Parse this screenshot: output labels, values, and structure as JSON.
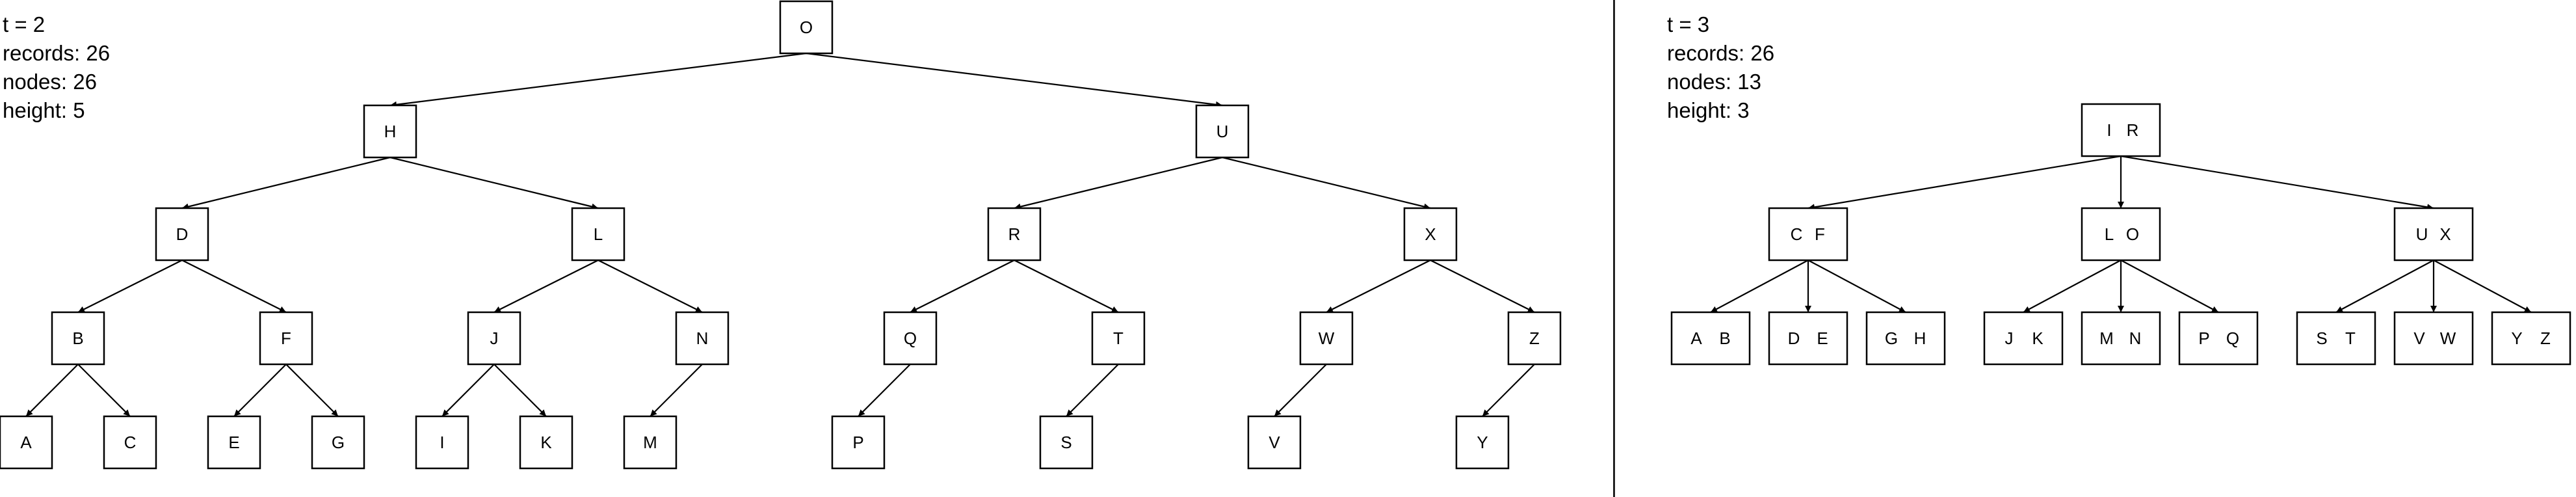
{
  "left_panel": {
    "stats": [
      {
        "label": "t",
        "sep": " = ",
        "value": "2"
      },
      {
        "label": "records",
        "sep": ": ",
        "value": "26"
      },
      {
        "label": "nodes",
        "sep": ": ",
        "value": "26"
      },
      {
        "label": "height",
        "sep": ": ",
        "value": "5"
      }
    ],
    "tree": {
      "keys": [
        "O"
      ],
      "children": [
        {
          "keys": [
            "H"
          ],
          "children": [
            {
              "keys": [
                "D"
              ],
              "children": [
                {
                  "keys": [
                    "B"
                  ],
                  "children": [
                    {
                      "keys": [
                        "A"
                      ]
                    },
                    {
                      "keys": [
                        "C"
                      ]
                    }
                  ]
                },
                {
                  "keys": [
                    "F"
                  ],
                  "children": [
                    {
                      "keys": [
                        "E"
                      ]
                    },
                    {
                      "keys": [
                        "G"
                      ]
                    }
                  ]
                }
              ]
            },
            {
              "keys": [
                "L"
              ],
              "children": [
                {
                  "keys": [
                    "J"
                  ],
                  "children": [
                    {
                      "keys": [
                        "I"
                      ]
                    },
                    {
                      "keys": [
                        "K"
                      ]
                    }
                  ]
                },
                {
                  "keys": [
                    "N"
                  ],
                  "children": [
                    {
                      "keys": [
                        "M"
                      ]
                    }
                  ]
                }
              ]
            }
          ]
        },
        {
          "keys": [
            "U"
          ],
          "children": [
            {
              "keys": [
                "R"
              ],
              "children": [
                {
                  "keys": [
                    "Q"
                  ],
                  "children": [
                    {
                      "keys": [
                        "P"
                      ]
                    }
                  ]
                },
                {
                  "keys": [
                    "T"
                  ],
                  "children": [
                    {
                      "keys": [
                        "S"
                      ]
                    }
                  ]
                }
              ]
            },
            {
              "keys": [
                "X"
              ],
              "children": [
                {
                  "keys": [
                    "W"
                  ],
                  "children": [
                    {
                      "keys": [
                        "V"
                      ]
                    }
                  ]
                },
                {
                  "keys": [
                    "Z"
                  ],
                  "children": [
                    {
                      "keys": [
                        "Y"
                      ]
                    }
                  ]
                }
              ]
            }
          ]
        }
      ]
    }
  },
  "right_panel": {
    "stats": [
      {
        "label": "t",
        "sep": " = ",
        "value": "3"
      },
      {
        "label": "records",
        "sep": ": ",
        "value": "26"
      },
      {
        "label": "nodes",
        "sep": ": ",
        "value": "13"
      },
      {
        "label": "height",
        "sep": ": ",
        "value": "3"
      }
    ],
    "tree": {
      "keys": [
        "I",
        "R"
      ],
      "children": [
        {
          "keys": [
            "C",
            "F"
          ],
          "children": [
            {
              "keys": [
                "A",
                "B"
              ]
            },
            {
              "keys": [
                "D",
                "E"
              ]
            },
            {
              "keys": [
                "G",
                "H"
              ]
            }
          ]
        },
        {
          "keys": [
            "L",
            "O"
          ],
          "children": [
            {
              "keys": [
                "J",
                "K"
              ]
            },
            {
              "keys": [
                "M",
                "N"
              ]
            },
            {
              "keys": [
                "P",
                "Q"
              ]
            }
          ]
        },
        {
          "keys": [
            "U",
            "X"
          ],
          "children": [
            {
              "keys": [
                "S",
                "T"
              ]
            },
            {
              "keys": [
                "V",
                "W"
              ]
            },
            {
              "keys": [
                "Y",
                "Z"
              ]
            }
          ]
        }
      ]
    }
  }
}
